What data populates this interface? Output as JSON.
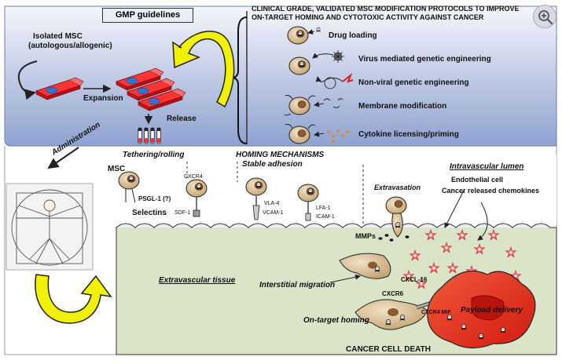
{
  "top_left": {
    "gmp_guidelines": "GMP  guidelines",
    "isolated_msc_line1": "Isolated MSC",
    "isolated_msc_line2": "(autologous/allogenic)",
    "expansion": "Expansion",
    "release": "Release"
  },
  "protocols": {
    "title_line1": "CLINICAL GRADE, VALIDATED MSC MODIFICATION PROTOCOLS TO IMPROVE",
    "title_line2": "ON-TARGET HOMING AND CYTOTOXIC ACTIVITY AGAINST CANCER",
    "items": [
      "Drug loading",
      "Virus mediated genetic engineering",
      "Non-viral genetic engineering",
      "Membrane modification",
      "Cytokine licensing/priming"
    ]
  },
  "administration": "Administration",
  "homing": {
    "tethering": "Tethering/rolling",
    "msc": "MSC",
    "mechanisms": "HOMING MECHANISMS",
    "stable_adhesion": "Stable adhesion",
    "intravascular_lumen": "Intravascular lumen",
    "psgl1": "PSGL-1 (?)",
    "selectins": "Selectins",
    "cxcr4": "CXCR4",
    "sdf1": "SDF-1",
    "vla4": "VLA-4",
    "vcam1": "VCAM-1",
    "lfa1": "LFA-1",
    "icam1": "ICAM-1",
    "extravasation": "Extravasation",
    "endothelial_cell": "Endothelial cell",
    "cancer_chemokines": "Cancer released chemokines",
    "mmps": "MMPs"
  },
  "tissue": {
    "extravascular": "Extravascular tissue",
    "interstitial_migration": "Interstitial migration",
    "cxcl16": "CXCL-16",
    "cxcr6": "CXCR6",
    "cxcr4_mif": "CXCR4  MIF",
    "on_target_homing": "On-target homing",
    "payload_delivery": "Payload delivery",
    "cancer_cell_death": "CANCER CELL DEATH"
  },
  "zoom_button": "zoom-in-icon",
  "colors": {
    "panel_top": "#f4f6fb",
    "panel_bottom": "#8fa2cf",
    "tissue": "#d9e4c8",
    "tumor": "#e8321e",
    "arrow_yellow": "#f2f200",
    "flask_red": "#e51f23",
    "cell": "#d7bf9a",
    "nucleus": "#8c5a30"
  }
}
